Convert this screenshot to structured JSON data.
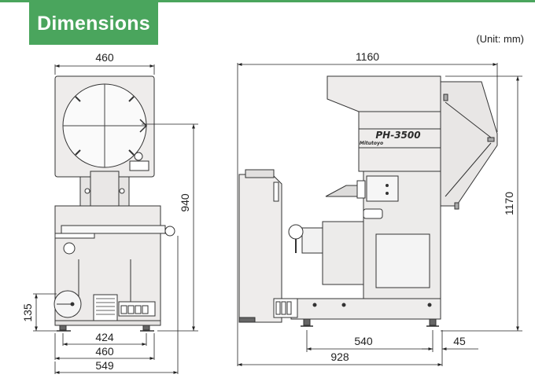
{
  "header": {
    "title": "Dimensions",
    "accent_color": "#4aa55d"
  },
  "unit_note": "(Unit: mm)",
  "front_view": {
    "width_top": "460",
    "height": "940",
    "base_height": "135",
    "feet_span": "424",
    "base_width": "460",
    "overall_width": "549"
  },
  "side_view": {
    "overall_length": "1160",
    "overall_height": "1170",
    "feet_span": "540",
    "foot_offset": "45",
    "base_length": "928",
    "model_label": "PH-3500",
    "brand_label": "Mitutoyo"
  }
}
